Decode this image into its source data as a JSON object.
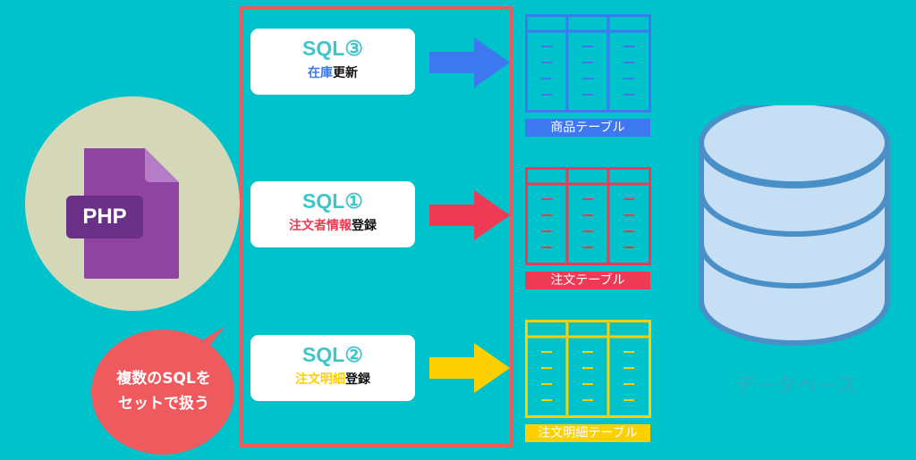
{
  "php": {
    "file_label": "PHP"
  },
  "bubble": {
    "line1": "複数のSQLを",
    "line2": "セットで扱う"
  },
  "queries": [
    {
      "title": "SQL③",
      "sub_accent": "在庫",
      "sub_rest": "更新",
      "color": "#3d78f0"
    },
    {
      "title": "SQL①",
      "sub_accent": "注文者情報",
      "sub_rest": "登録",
      "color": "#ef3a55"
    },
    {
      "title": "SQL②",
      "sub_accent": "注文明細",
      "sub_rest": "登録",
      "color": "#ffd000"
    }
  ],
  "tables": [
    {
      "label": "商品テーブル",
      "color": "#3d78f0"
    },
    {
      "label": "注文テーブル",
      "color": "#ef3a55"
    },
    {
      "label": "注文明細テーブル",
      "color": "#ffd000"
    }
  ],
  "database": {
    "label": "データベース"
  },
  "colors": {
    "background": "#00c2cb",
    "frame": "#ef5a5f",
    "php_circle": "#d4d8b8",
    "php_file": "#8e44a0",
    "db_fill": "#c7dff5",
    "db_stroke": "#4a90c8"
  }
}
